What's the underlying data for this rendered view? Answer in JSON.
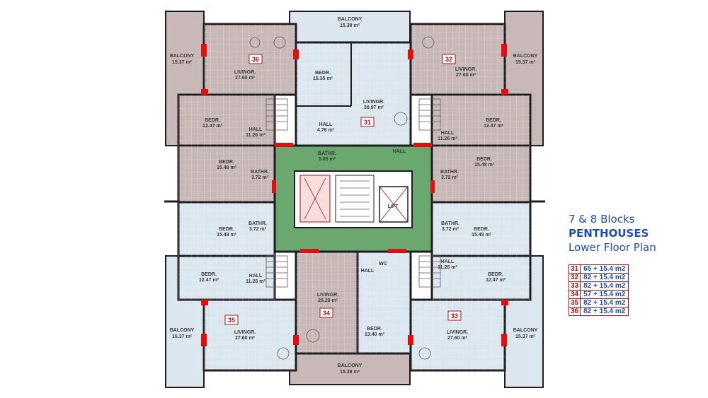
{
  "title": {
    "line1": "7 & 8 Blocks",
    "line2": "PENTHOUSES",
    "line3": "Lower Floor Plan"
  },
  "units": [
    {
      "id": "31",
      "size": "65 + 15.4 m2"
    },
    {
      "id": "32",
      "size": "82 + 15.4 m2"
    },
    {
      "id": "33",
      "size": "82 + 15.4 m2"
    },
    {
      "id": "34",
      "size": "57 + 15.4 m2"
    },
    {
      "id": "35",
      "size": "82 + 15.4 m2"
    },
    {
      "id": "36",
      "size": "82 + 15.4 m2"
    }
  ],
  "plan": {
    "unit_numbers": [
      "36",
      "32",
      "31",
      "34",
      "35",
      "33"
    ],
    "lift": "LIFT",
    "wc": "WC",
    "rooms": {
      "balcony_top": {
        "name": "BALCONY",
        "area": "15.38 m²"
      },
      "balcony_bottom": {
        "name": "BALCONY",
        "area": "15.38 m²"
      },
      "balcony_tl": {
        "name": "BALCONY",
        "area": "15.37 m²"
      },
      "balcony_tr": {
        "name": "BALCONY",
        "area": "15.37 m²"
      },
      "balcony_bl": {
        "name": "BALCONY",
        "area": "15.37 m²"
      },
      "balcony_br": {
        "name": "BALCONY",
        "area": "15.37 m²"
      },
      "living_36": {
        "name": "LIVINGR.",
        "area": "27.60 m²"
      },
      "living_32": {
        "name": "LIVINGR.",
        "area": "27.60 m²"
      },
      "living_35": {
        "name": "LIVINGR.",
        "area": "27.60 m²"
      },
      "living_33": {
        "name": "LIVINGR.",
        "area": "27.60 m²"
      },
      "living_31": {
        "name": "LIVINGR.",
        "area": "30.97 m²"
      },
      "living_34": {
        "name": "LIVINGR.",
        "area": "25.29 m²"
      },
      "bed_31": {
        "name": "BEDR.",
        "area": "15.35 m²"
      },
      "bed_34": {
        "name": "BEDR.",
        "area": "13.40 m²"
      },
      "bed_l1": {
        "name": "BEDR.",
        "area": "12.47 m²"
      },
      "bed_r1": {
        "name": "BEDR.",
        "area": "12.47 m²"
      },
      "bed_l2": {
        "name": "BEDR.",
        "area": "15.48 m²"
      },
      "bed_r2": {
        "name": "BEDR.",
        "area": "15.48 m²"
      },
      "bed_l3": {
        "name": "BEDR.",
        "area": "15.48 m²"
      },
      "bed_r3": {
        "name": "BEDR.",
        "area": "15.48 m²"
      },
      "bed_l4": {
        "name": "BEDR.",
        "area": "12.47 m²"
      },
      "bed_r4": {
        "name": "BEDR.",
        "area": "12.47 m²"
      },
      "hall_l1": {
        "name": "HALL",
        "area": "11.26 m²"
      },
      "hall_r1": {
        "name": "HALL",
        "area": "11.26 m²"
      },
      "hall_l2": {
        "name": "HALL",
        "area": "11.26 m²"
      },
      "hall_r2": {
        "name": "HALL",
        "area": "11.26 m²"
      },
      "hall_31": {
        "name": "HALL",
        "area": "4.76 m²"
      },
      "hall_c1": {
        "name": "HALL",
        "area": ""
      },
      "hall_c2": {
        "name": "HALL",
        "area": ""
      },
      "bath_31": {
        "name": "BATHR.",
        "area": "5.00 m²"
      },
      "bath_l1": {
        "name": "BATHR.",
        "area": "3.72 m²"
      },
      "bath_r1": {
        "name": "BATHR.",
        "area": "3.72 m²"
      },
      "bath_l2": {
        "name": "BATHR.",
        "area": "3.72 m²"
      },
      "bath_r2": {
        "name": "BATHR.",
        "area": "3.72 m²"
      }
    }
  },
  "colors": {
    "unit_fill_a": "#c8b9b8",
    "unit_fill_b": "#dce6ee",
    "corridor": "#6aa86f",
    "wall": "#1e1e1e",
    "accent_red": "#e01010",
    "legend_blue": "#1a4fb0"
  }
}
